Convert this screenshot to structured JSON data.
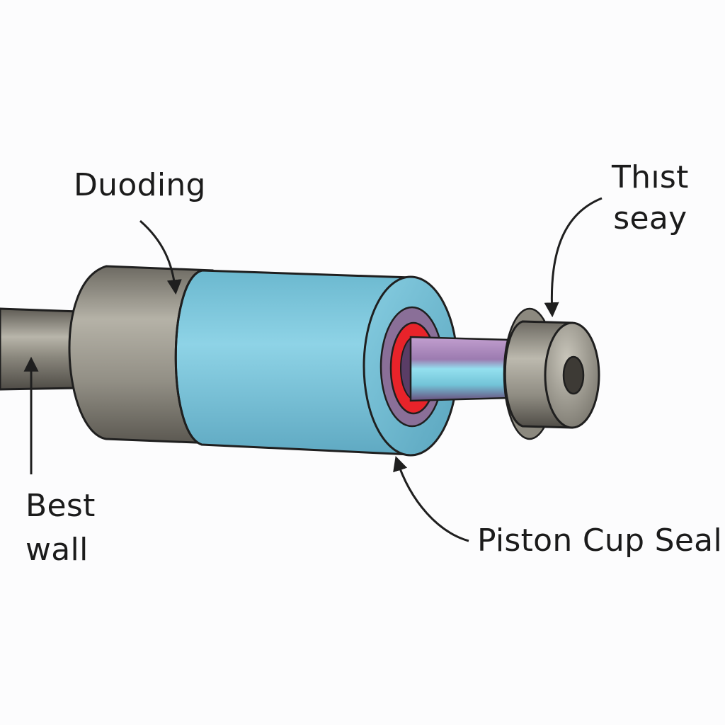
{
  "labels": {
    "duoding": "Duoding",
    "thist_line1": "Thıst",
    "thist_line2": "seay",
    "best_line1": "Best",
    "best_line2": "wall",
    "piston_cup_seal": "Piston Cup Seal"
  },
  "colors": {
    "background": "#fcfcfd",
    "rod_gray": "#8a877d",
    "body_gray": "#9a968b",
    "sleeve_blue": "#7cc6dc",
    "inner_purple": "#8a6f98",
    "seal_red": "#e8232a",
    "inner_rod_purple": "#b58fc4",
    "inner_rod_cyan": "#8fdcec",
    "outline": "#1f1f1f"
  }
}
